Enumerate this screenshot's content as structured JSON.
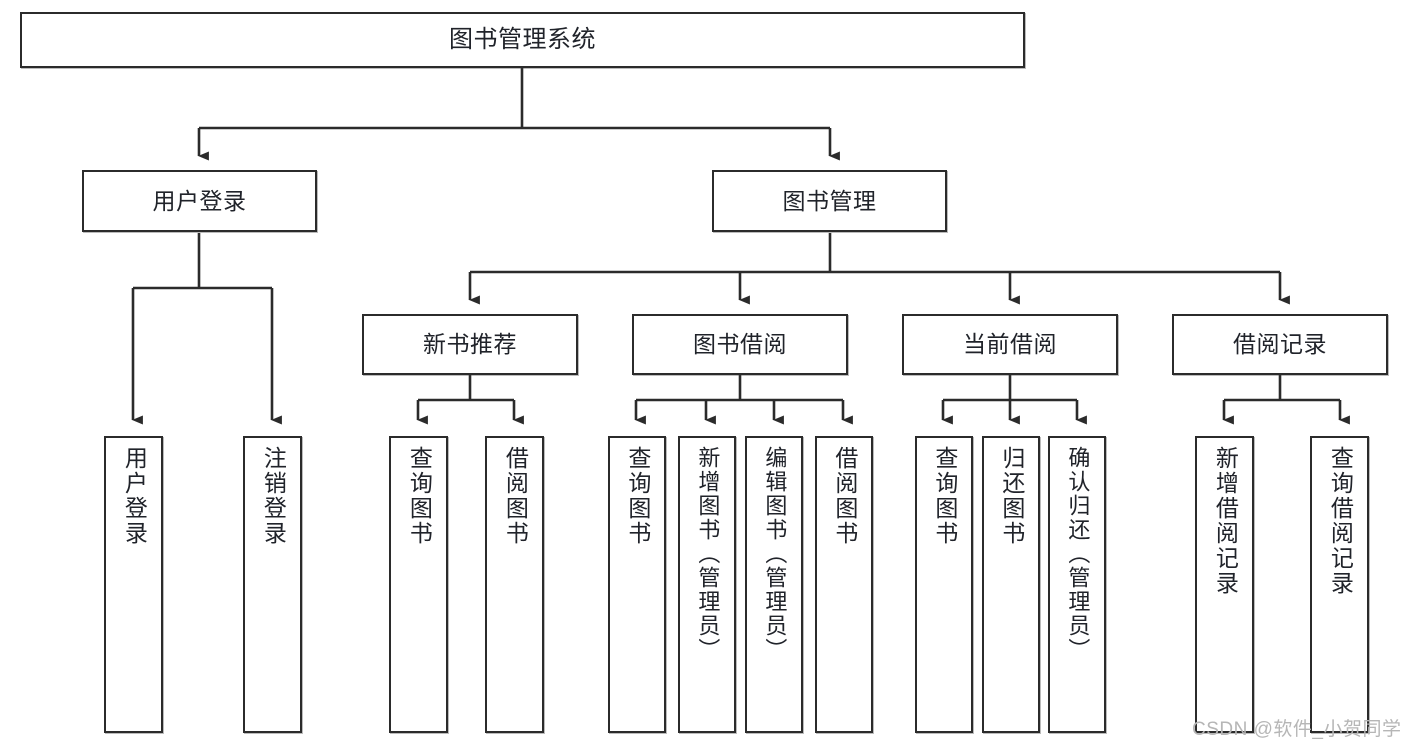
{
  "diagram": {
    "type": "tree",
    "title": "图书管理系统",
    "levels": {
      "root": {
        "label": "图书管理系统"
      },
      "level2": [
        {
          "id": "user-login",
          "label": "用户登录"
        },
        {
          "id": "book-management",
          "label": "图书管理"
        }
      ],
      "level3": [
        {
          "id": "new-book-recommend",
          "label": "新书推荐"
        },
        {
          "id": "book-borrow",
          "label": "图书借阅"
        },
        {
          "id": "current-borrow",
          "label": "当前借阅"
        },
        {
          "id": "borrow-record",
          "label": "借阅记录"
        }
      ],
      "leaves": [
        {
          "id": "leaf-user-login",
          "label": "用户登录",
          "parent": "user-login"
        },
        {
          "id": "leaf-logout-login",
          "label": "注销登录",
          "parent": "user-login"
        },
        {
          "id": "leaf-query-book-1",
          "label": "查询图书",
          "parent": "new-book-recommend"
        },
        {
          "id": "leaf-borrow-book-1",
          "label": "借阅图书",
          "parent": "new-book-recommend"
        },
        {
          "id": "leaf-query-book-2",
          "label": "查询图书",
          "parent": "book-borrow"
        },
        {
          "id": "leaf-add-book",
          "label": "新增图书（管理员）",
          "parent": "book-borrow"
        },
        {
          "id": "leaf-edit-book",
          "label": "编辑图书（管理员）",
          "parent": "book-borrow"
        },
        {
          "id": "leaf-borrow-book-2",
          "label": "借阅图书",
          "parent": "book-borrow"
        },
        {
          "id": "leaf-query-book-3",
          "label": "查询图书",
          "parent": "current-borrow"
        },
        {
          "id": "leaf-return-book",
          "label": "归还图书",
          "parent": "current-borrow"
        },
        {
          "id": "leaf-confirm-return",
          "label": "确认归还（管理员）",
          "parent": "current-borrow"
        },
        {
          "id": "leaf-add-record",
          "label": "新增借阅记录",
          "parent": "borrow-record"
        },
        {
          "id": "leaf-query-record",
          "label": "查询借阅记录",
          "parent": "borrow-record"
        }
      ]
    },
    "colors": {
      "stroke": "#2b2b2b",
      "background": "#ffffff",
      "text": "#20232a",
      "watermark": "#b6b6b6"
    }
  },
  "watermark": {
    "text": "CSDN @软件_小贺同学"
  }
}
